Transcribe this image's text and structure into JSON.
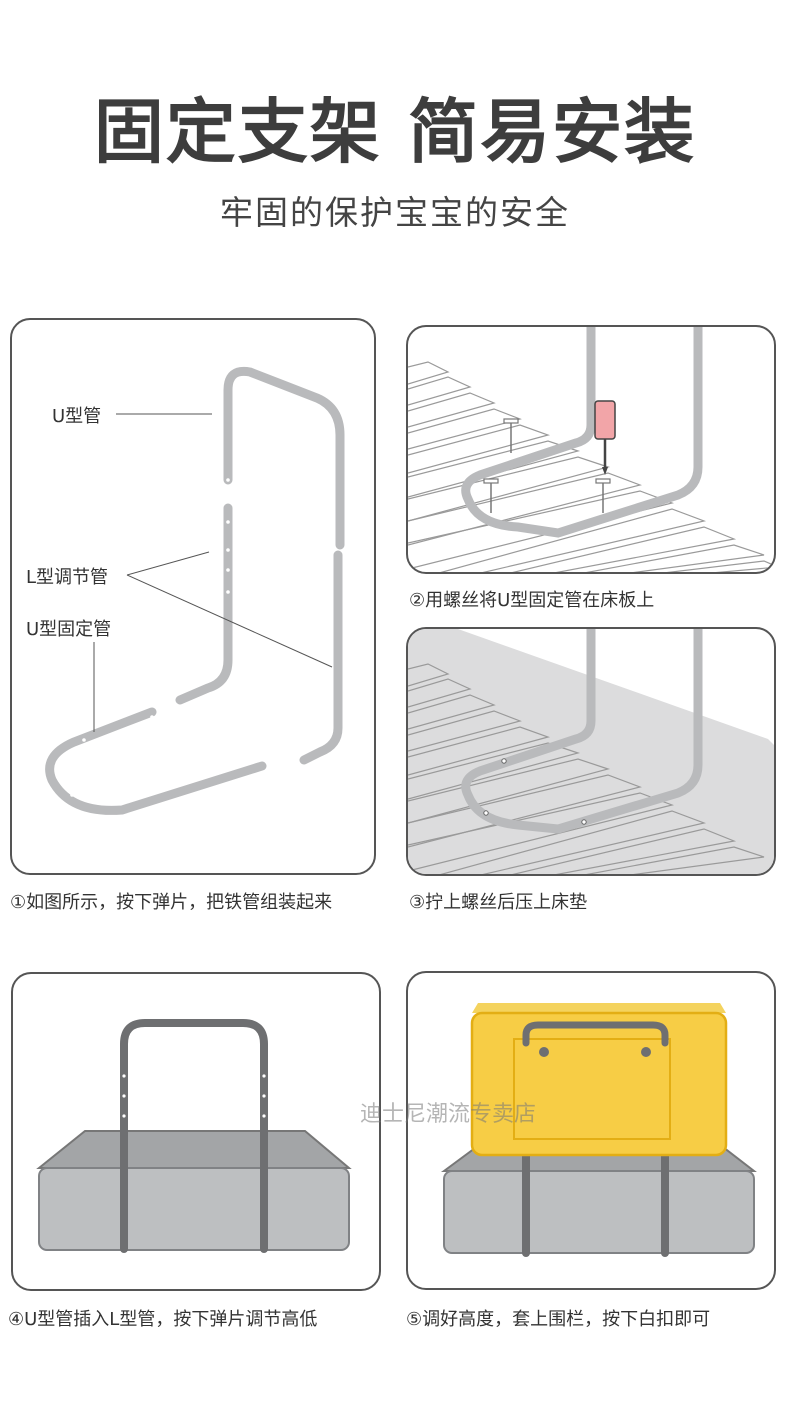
{
  "header": {
    "title": "固定支架 简易安装",
    "subtitle": "牢固的保护宝宝的安全"
  },
  "step1": {
    "caption": "①如图所示，按下弹片，把铁管组装起来",
    "labels": {
      "u_tube": "U型管",
      "l_adjust_tube": "L型调节管",
      "u_fixed_tube": "U型固定管"
    }
  },
  "step2": {
    "caption": "②用螺丝将U型固定管在床板上"
  },
  "step3": {
    "caption": "③拧上螺丝后压上床垫"
  },
  "step4": {
    "caption": "④U型管插入L型管，按下弹片调节高低"
  },
  "step5": {
    "caption": "⑤调好高度，套上围栏，按下白扣即可"
  },
  "watermark": "迪士尼潮流专卖店",
  "colors": {
    "tube": "#b9babc",
    "tube_dark": "#6e6f71",
    "border": "#555555",
    "mattress": "#bdbfc1",
    "mattress_top": "#a2a4a6",
    "fence_yellow": "#f7cd45",
    "screwdriver_pink": "#f2a5a8"
  }
}
